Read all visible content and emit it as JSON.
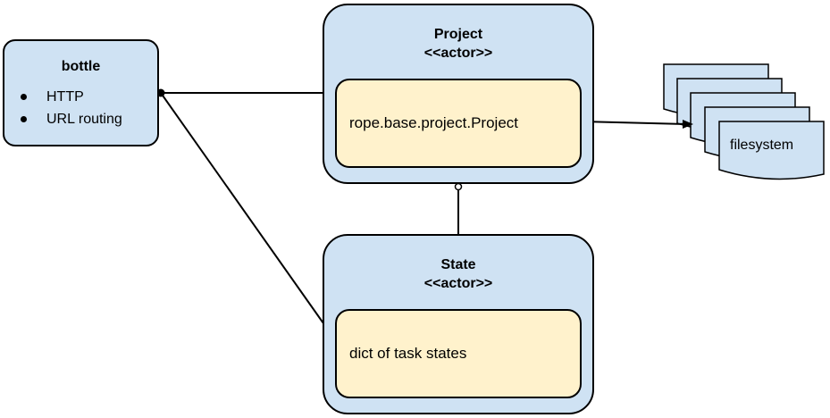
{
  "bottle": {
    "title": "bottle",
    "bullets": [
      "HTTP",
      "URL routing"
    ]
  },
  "project": {
    "title": "Project",
    "stereotype": "<<actor>>",
    "content": "rope.base.project.Project"
  },
  "state": {
    "title": "State",
    "stereotype": "<<actor>>",
    "content": "dict of task states"
  },
  "filesystem": {
    "label": "filesystem"
  },
  "colors": {
    "actor_fill": "#cfe2f3",
    "inner_fill": "#fff2cc",
    "stroke": "#000000"
  }
}
